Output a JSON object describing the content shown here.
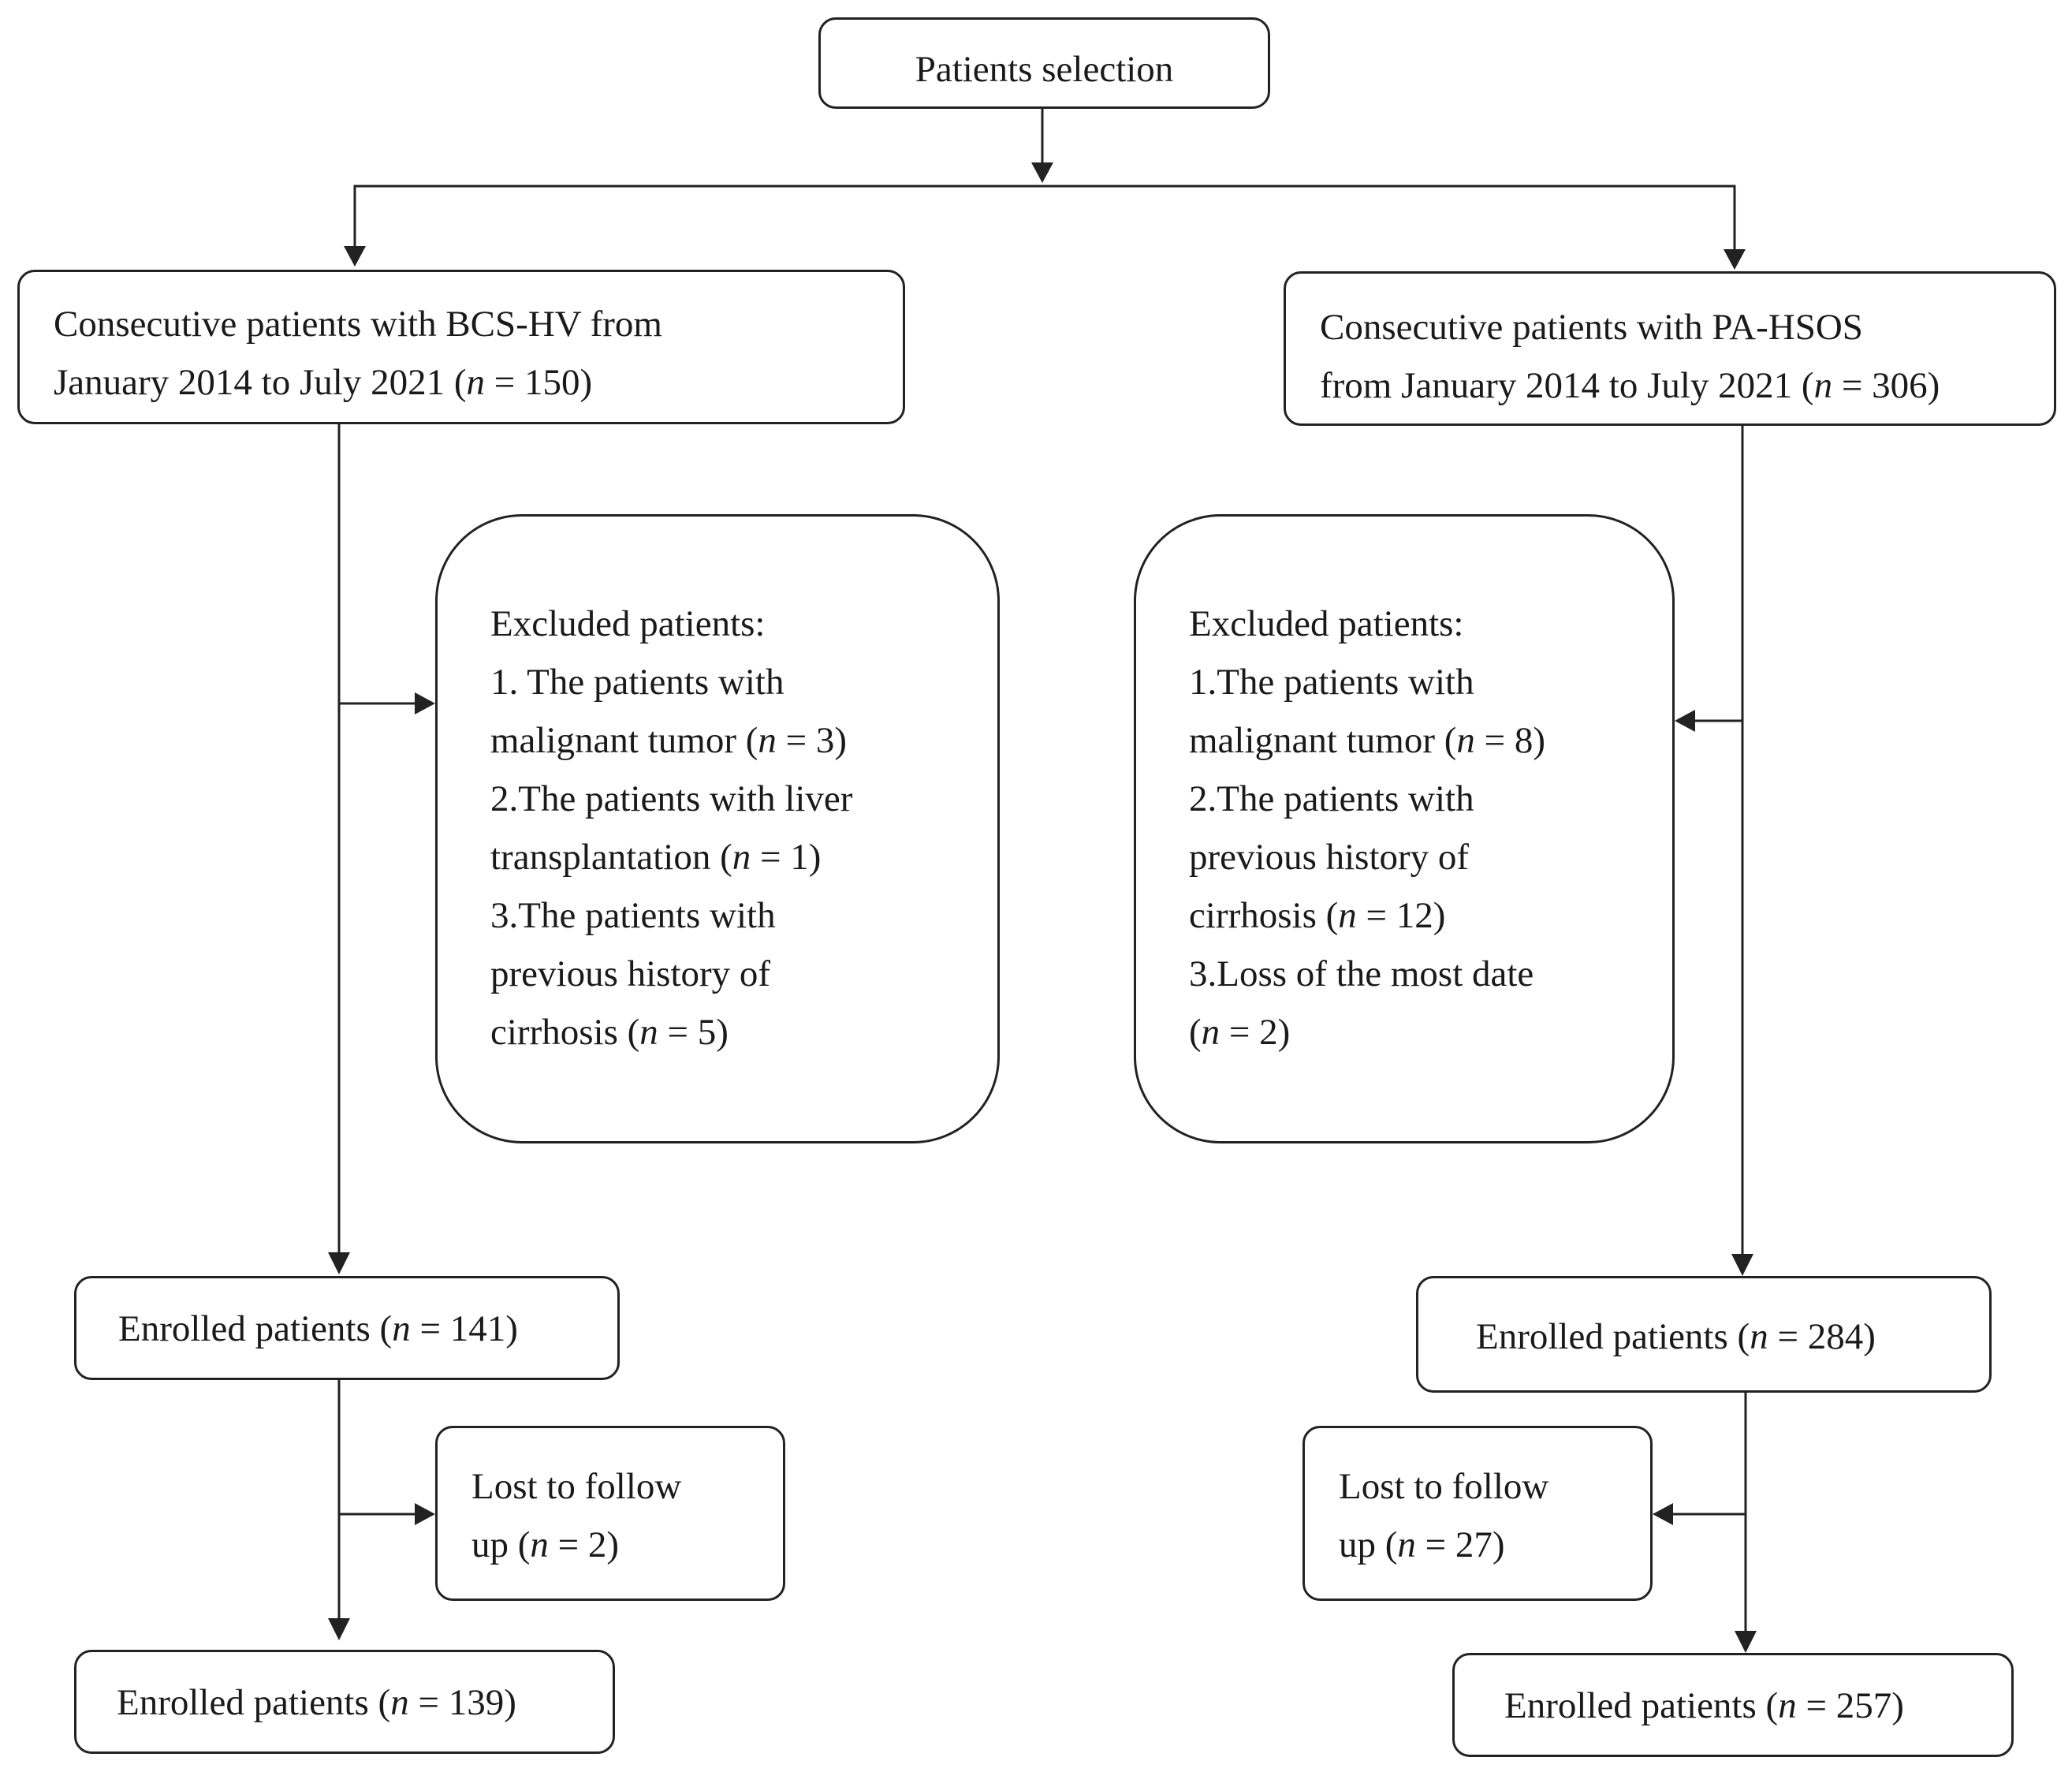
{
  "diagram": {
    "root": {
      "text": "Patients selection"
    },
    "left": {
      "cohort": {
        "line1": "Consecutive patients with BCS-HV from",
        "line2_pre": "January 2014 to July 2021 (",
        "n_label": "n",
        "n_eq": " = 150)"
      },
      "excluded": {
        "heading": "Excluded patients:",
        "l1": "1. The patients with",
        "l2_pre": "malignant tumor (",
        "l2_n": "n",
        "l2_post": " = 3)",
        "l3": "2.The patients with liver",
        "l4_pre": "transplantation (",
        "l4_n": "n",
        "l4_post": " = 1)",
        "l5": "3.The patients with",
        "l6": "previous history of",
        "l7_pre": "cirrhosis (",
        "l7_n": "n",
        "l7_post": " = 5)"
      },
      "enrolled1": {
        "pre": "Enrolled patients (",
        "n": "n",
        "post": " = 141)"
      },
      "lost": {
        "l1": "Lost to follow",
        "l2_pre": "up (",
        "l2_n": "n",
        "l2_post": " = 2)"
      },
      "enrolled2": {
        "pre": "Enrolled patients (",
        "n": "n",
        "post": " = 139)"
      }
    },
    "right": {
      "cohort": {
        "line1": "Consecutive patients with PA-HSOS",
        "line2_pre": "from January 2014 to July 2021 (",
        "n_label": "n",
        "n_eq": " = 306)"
      },
      "excluded": {
        "heading": "Excluded patients:",
        "l1": "1.The patients with",
        "l2_pre": "malignant tumor (",
        "l2_n": "n",
        "l2_post": " = 8)",
        "l3": "2.The patients with",
        "l4": "previous history of",
        "l5_pre": "cirrhosis (",
        "l5_n": "n",
        "l5_post": " = 12)",
        "l6": "3.Loss of the most date",
        "l7_pre": "(",
        "l7_n": "n",
        "l7_post": " = 2)"
      },
      "enrolled1": {
        "pre": "Enrolled patients (",
        "n": "n",
        "post": " = 284)"
      },
      "lost": {
        "l1": "Lost to follow",
        "l2_pre": "up (",
        "l2_n": "n",
        "l2_post": " = 27)"
      },
      "enrolled2": {
        "pre": "Enrolled patients (",
        "n": "n",
        "post": " = 257)"
      }
    }
  }
}
